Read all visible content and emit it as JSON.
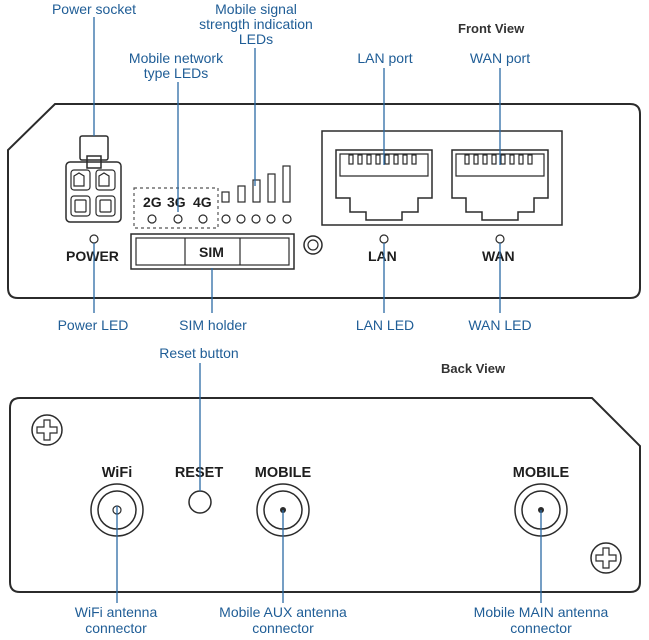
{
  "colors": {
    "callout": "#1f5d96",
    "leader": "#2b6aa5",
    "outline": "#2b2b2b"
  },
  "front_view": {
    "title": "Front View",
    "panel": {
      "power": "POWER",
      "sim": "SIM",
      "lan": "LAN",
      "wan": "WAN",
      "net_2g": "2G",
      "net_3g": "3G",
      "net_4g": "4G"
    },
    "callouts": {
      "power_socket": "Power socket",
      "mobile_signal_1": "Mobile signal",
      "mobile_signal_2": "strength indication",
      "mobile_signal_3": "LEDs",
      "mobile_network_1": "Mobile network",
      "mobile_network_2": "type LEDs",
      "lan_port": "LAN port",
      "wan_port": "WAN port",
      "power_led": "Power LED",
      "sim_holder": "SIM holder",
      "lan_led": "LAN LED",
      "wan_led": "WAN LED"
    }
  },
  "back_view": {
    "title": "Back View",
    "panel": {
      "wifi": "WiFi",
      "reset": "RESET",
      "mobile_aux": "MOBILE",
      "mobile_main": "MOBILE"
    },
    "callouts": {
      "reset_button": "Reset button",
      "wifi_antenna_1": "WiFi antenna",
      "wifi_antenna_2": "connector",
      "mobile_aux_1": "Mobile AUX antenna",
      "mobile_aux_2": "connector",
      "mobile_main_1": "Mobile MAIN antenna",
      "mobile_main_2": "connector"
    }
  }
}
